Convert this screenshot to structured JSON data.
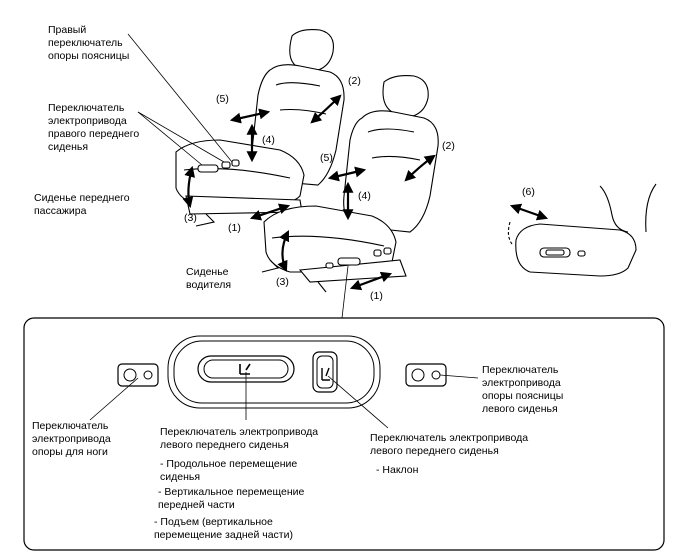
{
  "labels": {
    "right_lumbar_switch": "Правый\nпереключатель\nопоры поясницы",
    "right_power_seat_switch": "Переключатель\nэлектропривода\nправого переднего\nсиденья",
    "passenger_seat": "Сиденье переднего\nпассажира",
    "driver_seat": "Сиденье\nводителя",
    "leg_support_switch": "Переключатель\nэлектропривода\nопоры для ноги",
    "left_front_seat_switch_center": "Переключатель электропривода\nлевого переднего сиденья",
    "left_front_seat_switch_right": "Переключатель электропривода\nлевого переднего сиденья",
    "left_lumbar_switch": "Переключатель\nэлектропривода\nопоры поясницы\nлевого сиденья",
    "function_slide": "- Продольное перемещение\nсиденья",
    "function_front_vertical": "- Вертикальное перемещение\nпередней части",
    "function_lifter": "- Подъем (вертикальное\nперемещение задней части)",
    "function_recline": "- Наклон"
  },
  "numbers": {
    "n1": "(1)",
    "n2": "(2)",
    "n3": "(3)",
    "n4": "(4)",
    "n5": "(5)",
    "n6": "(6)"
  }
}
